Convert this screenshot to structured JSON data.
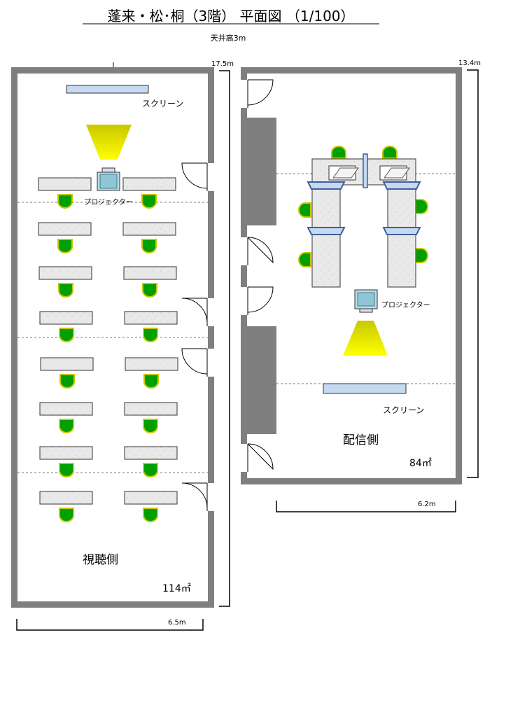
{
  "title": "蓬来・松･桐（3階） 平面図 （1/100）",
  "ceiling": "天井高3m",
  "left_room": {
    "name": "視聴側",
    "area": "114㎡",
    "length": "17.5m",
    "width": "6.5m",
    "screen_label": "スクリーン",
    "projector_label": "プロジェクター"
  },
  "right_room": {
    "name": "配信側",
    "area": "84㎡",
    "length": "13.4m",
    "width": "6.2m",
    "screen_label": "スクリーン",
    "projector_label": "プロジェクター"
  },
  "colors": {
    "wall": "#7f7f7f",
    "chair": "#00a000",
    "chair_rim": "#c8c800",
    "projector_light": "#ffff00",
    "screen": "#c5d9f1"
  }
}
